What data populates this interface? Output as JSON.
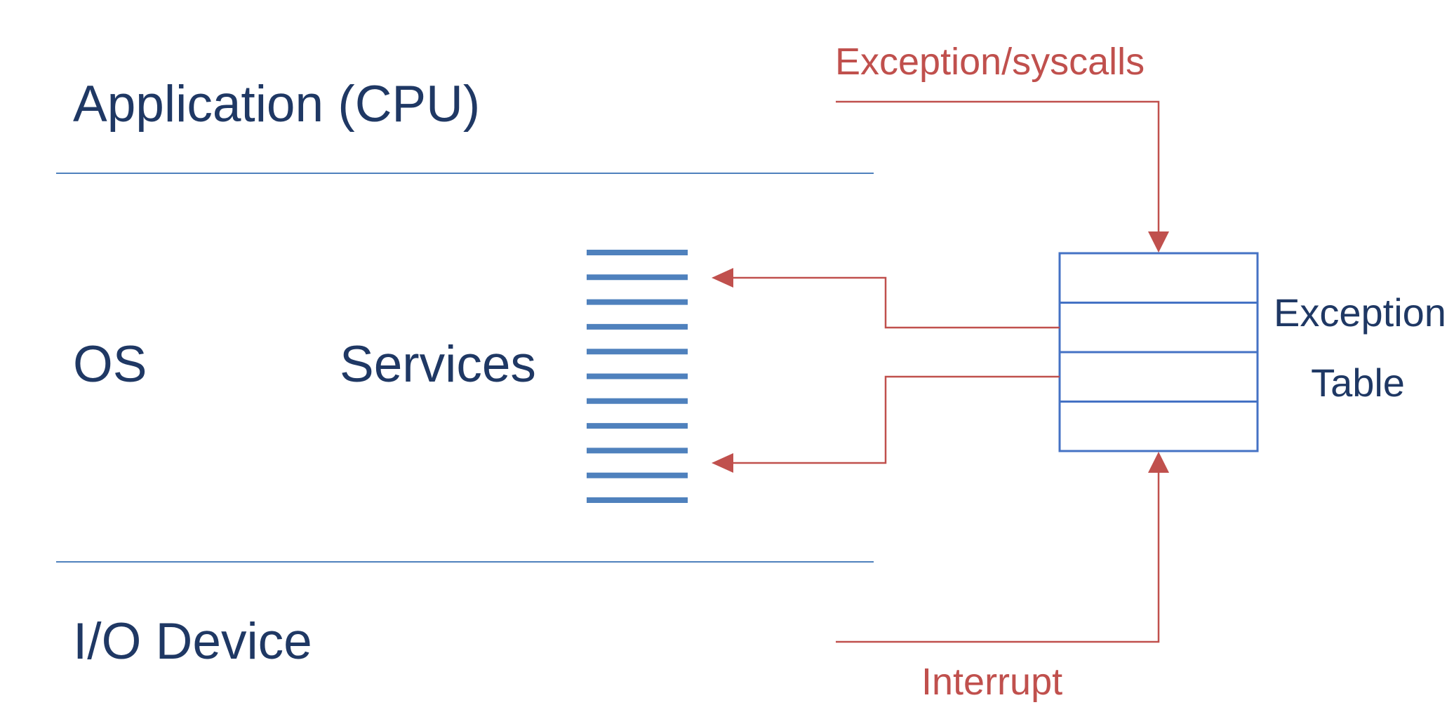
{
  "layers": {
    "application": "Application (CPU)",
    "os": "OS",
    "io_device": "I/O Device"
  },
  "services_label": "Services",
  "exception_table": {
    "label_line1": "Exception",
    "label_line2": "Table",
    "rows": 4
  },
  "flows": {
    "exception_label": "Exception/syscalls",
    "interrupt_label": "Interrupt"
  },
  "service_list_lines": 11,
  "colors": {
    "text_blue": "#1f3864",
    "line_blue": "#4f81bd",
    "box_blue": "#4472c4",
    "arrow_red": "#c0504d"
  }
}
